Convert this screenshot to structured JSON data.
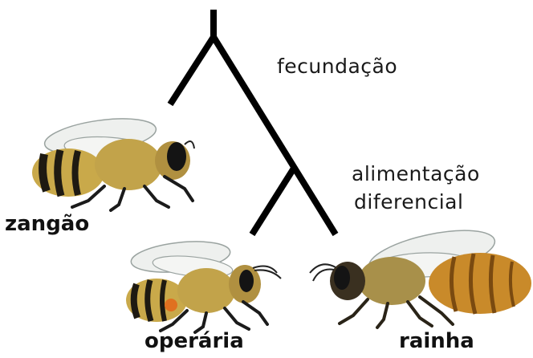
{
  "diagram": {
    "annotations": {
      "fertilization": "fecundação",
      "feeding_line1": "alimentação",
      "feeding_line2": "diferencial"
    },
    "castes": {
      "drone": "zangão",
      "worker": "operária",
      "queen": "rainha"
    },
    "colors": {
      "lines": "#000000",
      "bee_body": "#c9a94a",
      "bee_stripe": "#1e1a12",
      "queen_abdomen": "#c98a2a"
    }
  }
}
